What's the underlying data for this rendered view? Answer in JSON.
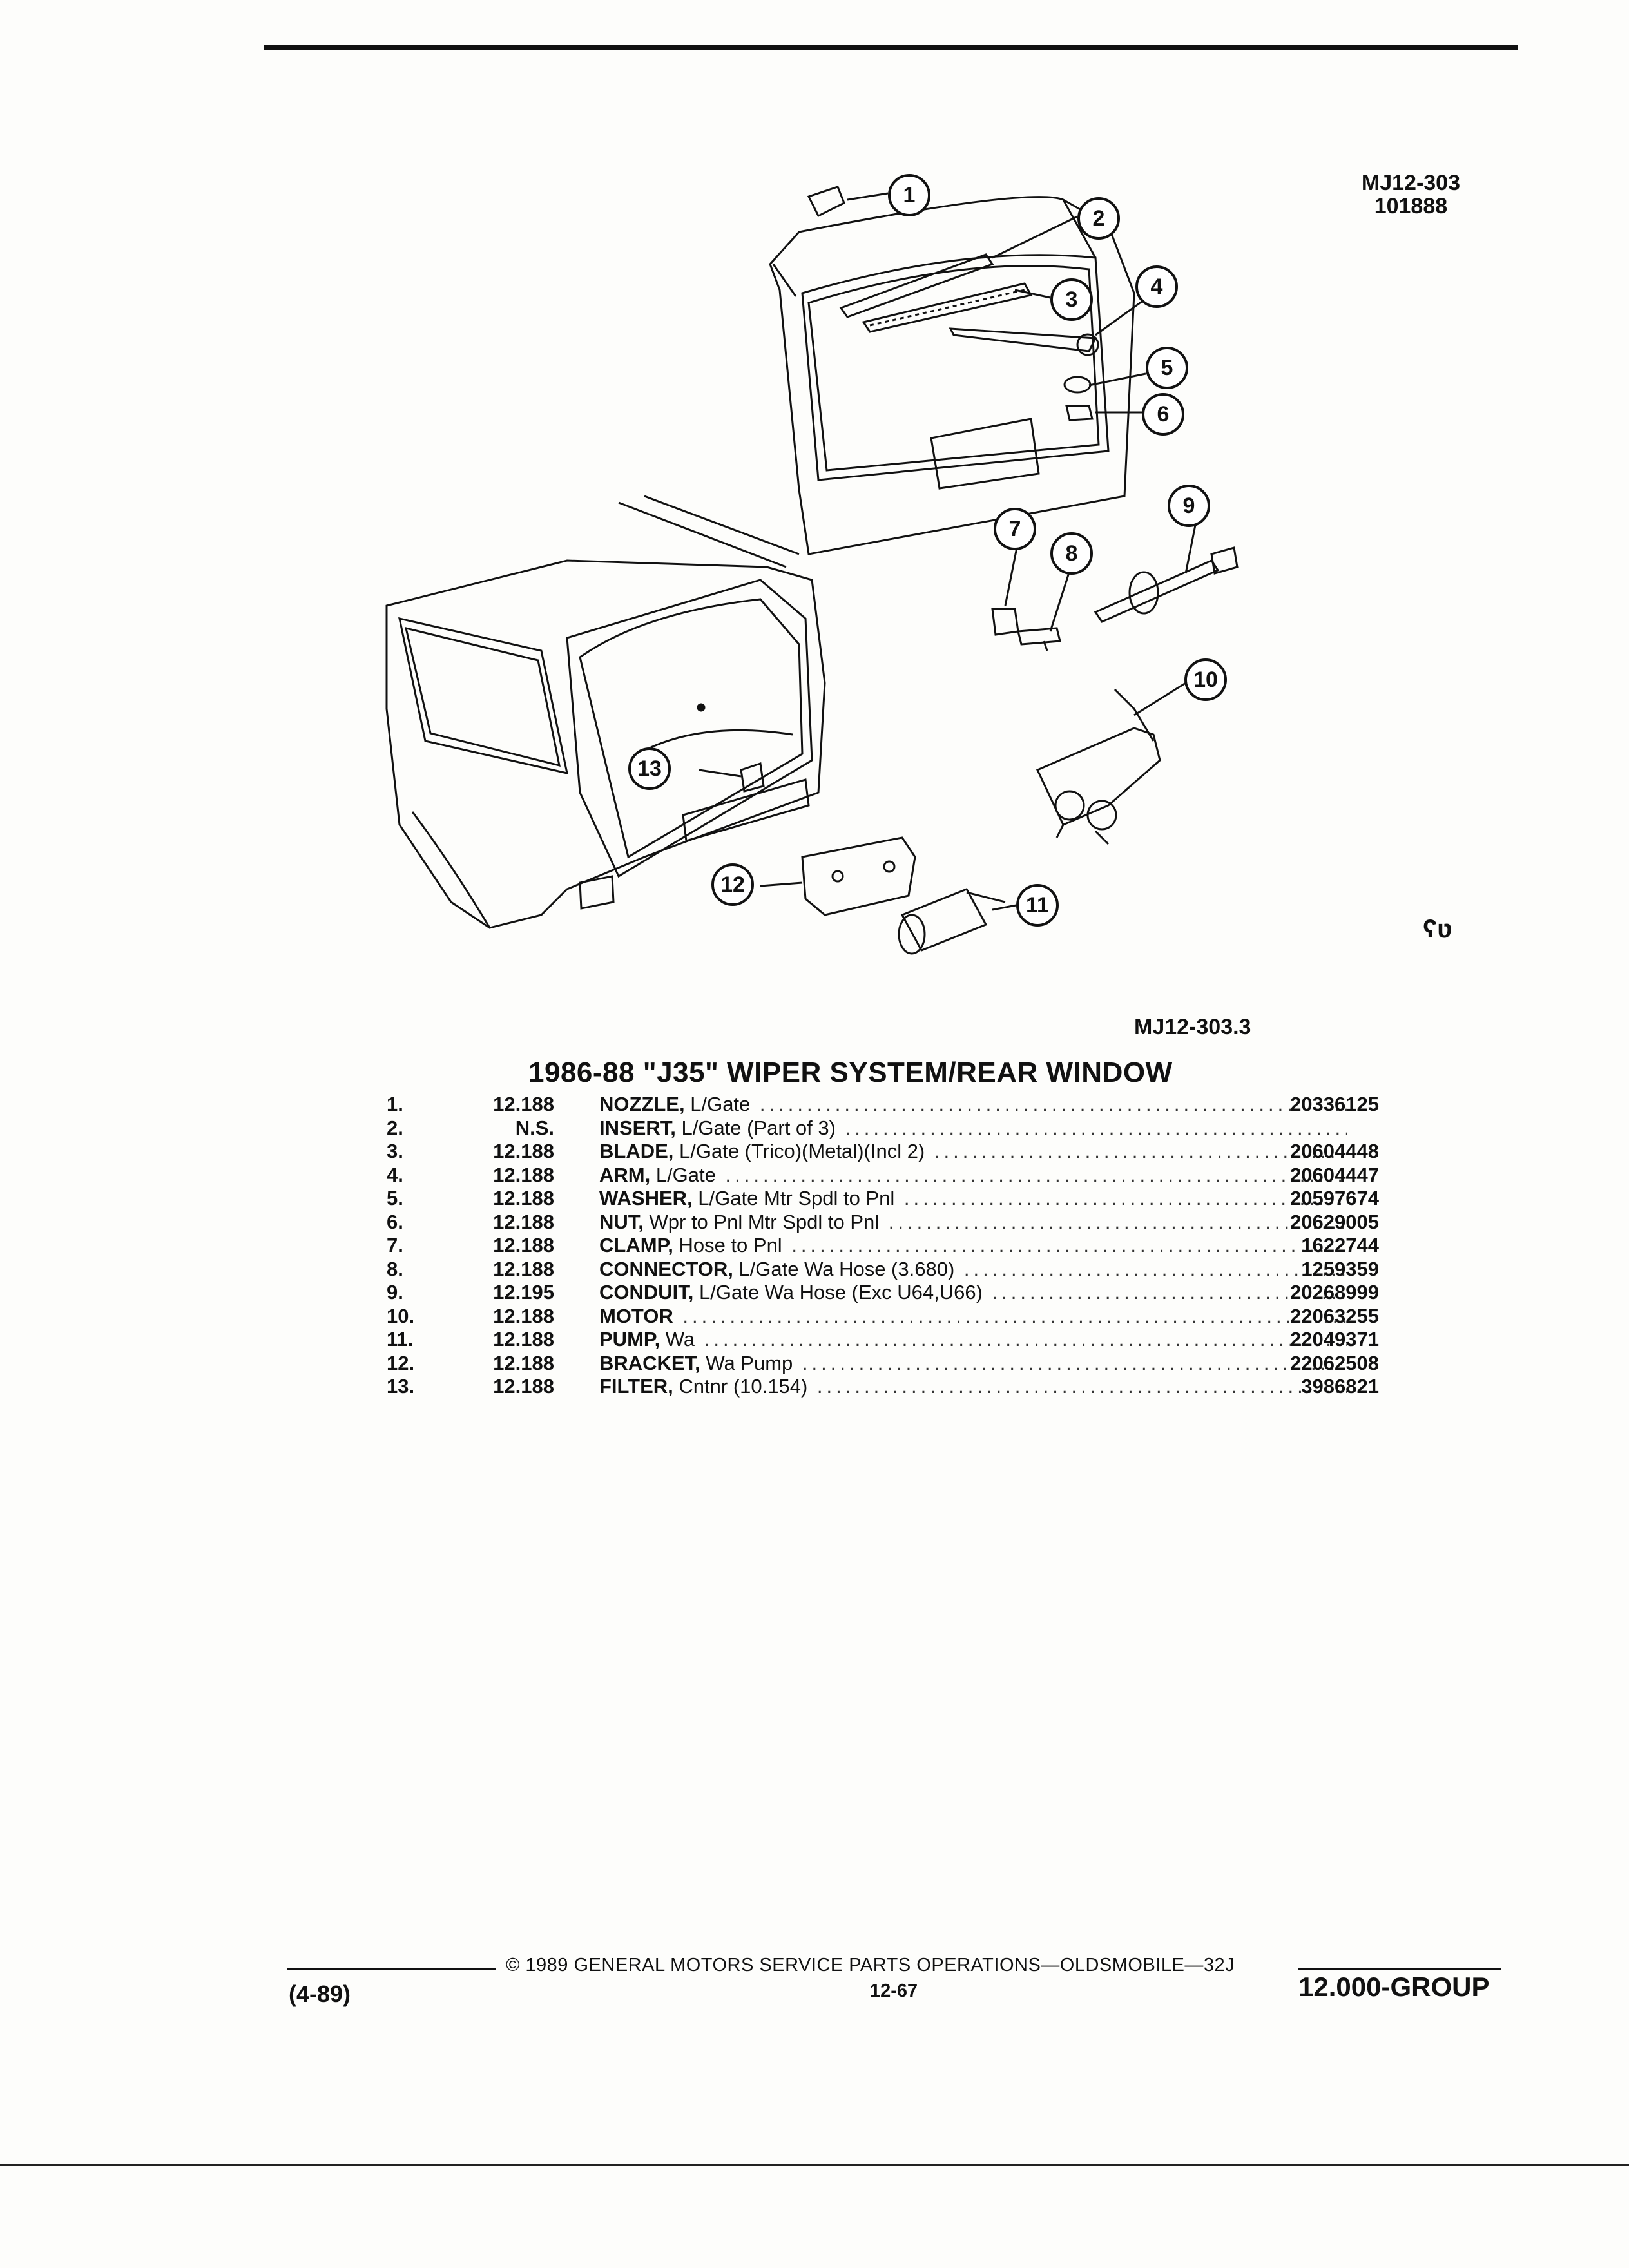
{
  "header": {
    "ref_code": "MJ12-303",
    "ref_date": "101888"
  },
  "figure": {
    "label": "MJ12-303.3",
    "callouts": [
      "1",
      "2",
      "3",
      "4",
      "5",
      "6",
      "7",
      "8",
      "9",
      "10",
      "11",
      "12",
      "13"
    ]
  },
  "section": {
    "title": "1986-88 \"J35\" WIPER SYSTEM/REAR WINDOW"
  },
  "parts": [
    {
      "num": "1.",
      "group": "12.188",
      "name": "NOZZLE,",
      "desc": " L/Gate",
      "part": "20336125"
    },
    {
      "num": "2.",
      "group": "N.S.",
      "name": "INSERT,",
      "desc": " L/Gate (Part of 3)",
      "part": ""
    },
    {
      "num": "3.",
      "group": "12.188",
      "name": "BLADE,",
      "desc": " L/Gate (Trico)(Metal)(Incl 2)",
      "part": "20604448"
    },
    {
      "num": "4.",
      "group": "12.188",
      "name": "ARM,",
      "desc": " L/Gate",
      "part": "20604447"
    },
    {
      "num": "5.",
      "group": "12.188",
      "name": "WASHER,",
      "desc": " L/Gate Mtr Spdl to Pnl",
      "part": "20597674"
    },
    {
      "num": "6.",
      "group": "12.188",
      "name": "NUT,",
      "desc": " Wpr to Pnl Mtr Spdl to Pnl",
      "part": "20629005"
    },
    {
      "num": "7.",
      "group": "12.188",
      "name": "CLAMP,",
      "desc": " Hose to Pnl",
      "part": "1622744"
    },
    {
      "num": "8.",
      "group": "12.188",
      "name": "CONNECTOR,",
      "desc": " L/Gate Wa Hose (3.680)",
      "part": "1259359"
    },
    {
      "num": "9.",
      "group": "12.195",
      "name": "CONDUIT,",
      "desc": " L/Gate Wa Hose (Exc U64,U66)",
      "part": "20268999"
    },
    {
      "num": "10.",
      "group": "12.188",
      "name": "MOTOR",
      "desc": "",
      "part": "22063255"
    },
    {
      "num": "11.",
      "group": "12.188",
      "name": "PUMP,",
      "desc": " Wa",
      "part": "22049371"
    },
    {
      "num": "12.",
      "group": "12.188",
      "name": "BRACKET,",
      "desc": " Wa Pump",
      "part": "22062508"
    },
    {
      "num": "13.",
      "group": "12.188",
      "name": "FILTER,",
      "desc": " Cntnr (10.154)",
      "part": "3986821"
    }
  ],
  "footer": {
    "copyright": "© 1989 GENERAL MOTORS SERVICE PARTS OPERATIONS—OLDSMOBILE—32J",
    "page": "12-67",
    "date": "(4-89)",
    "group": "12.000-GROUP"
  }
}
